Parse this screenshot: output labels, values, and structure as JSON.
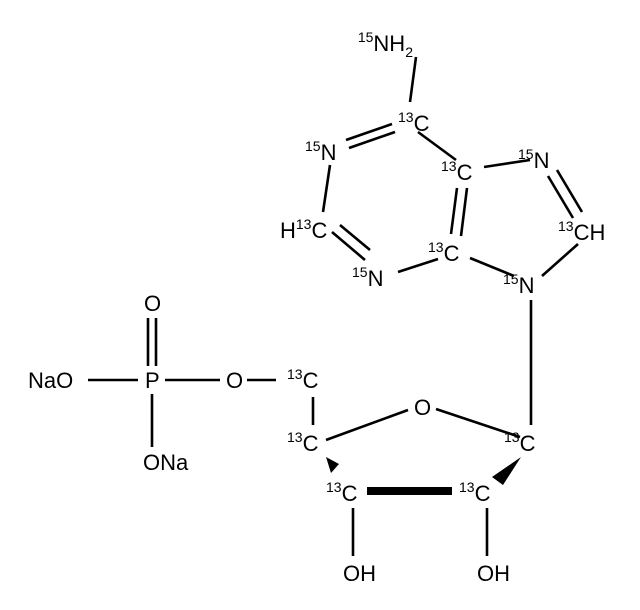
{
  "title": "Adenosine-13C10,15N5 5'-monophosphate disodium salt structure",
  "atoms": {
    "n6": {
      "isotope": "15",
      "symbol": "NH",
      "sub": "2"
    },
    "c6": {
      "isotope": "13",
      "symbol": "C"
    },
    "n1": {
      "isotope": "15",
      "symbol": "N"
    },
    "c5": {
      "isotope": "13",
      "symbol": "C"
    },
    "n7": {
      "isotope": "15",
      "symbol": "N"
    },
    "c8": {
      "isotope": "13",
      "symbol": "CH"
    },
    "c2": {
      "prefix": "H",
      "isotope": "13",
      "symbol": "C"
    },
    "n3": {
      "isotope": "15",
      "symbol": "N"
    },
    "c4": {
      "isotope": "13",
      "symbol": "C"
    },
    "n9": {
      "isotope": "15",
      "symbol": "N"
    },
    "c1p": {
      "isotope": "13",
      "symbol": "C"
    },
    "o4p": {
      "symbol": "O"
    },
    "c4p": {
      "isotope": "13",
      "symbol": "C"
    },
    "c5p": {
      "isotope": "13",
      "symbol": "C"
    },
    "c3p": {
      "isotope": "13",
      "symbol": "C"
    },
    "c2p": {
      "isotope": "13",
      "symbol": "C"
    },
    "oh3": {
      "symbol": "OH"
    },
    "oh2": {
      "symbol": "OH"
    },
    "o5p": {
      "symbol": "O"
    },
    "p": {
      "symbol": "P"
    },
    "o_double": {
      "symbol": "O"
    },
    "ona1": {
      "symbol": "NaO"
    },
    "ona2": {
      "symbol": "ONa"
    }
  }
}
